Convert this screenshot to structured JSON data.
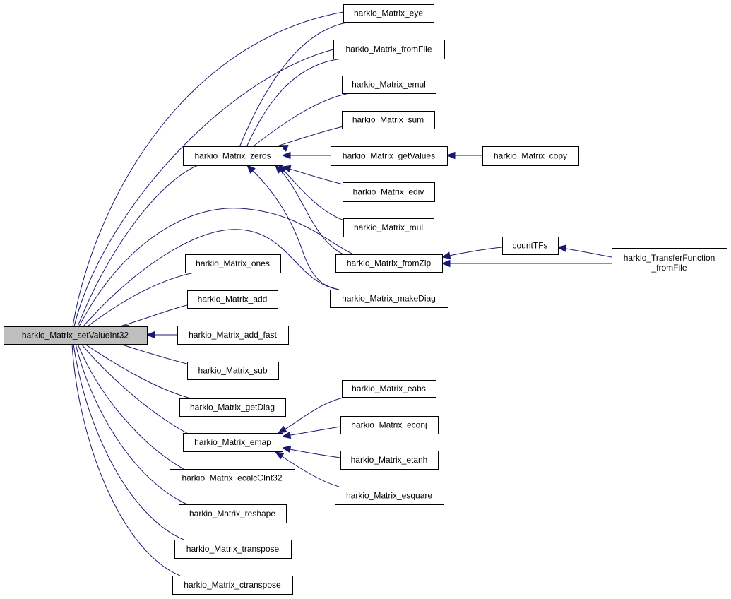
{
  "colors": {
    "edge": "#191970",
    "root_fill": "#bfbfbf",
    "node_fill": "#ffffff",
    "node_border": "#000000"
  },
  "nodes": [
    {
      "id": "setValueInt32",
      "lines": [
        "harkio_Matrix_setValueInt32"
      ],
      "root": true
    },
    {
      "id": "zeros",
      "lines": [
        "harkio_Matrix_zeros"
      ]
    },
    {
      "id": "eye",
      "lines": [
        "harkio_Matrix_eye"
      ]
    },
    {
      "id": "fromFile",
      "lines": [
        "harkio_Matrix_fromFile"
      ]
    },
    {
      "id": "emul",
      "lines": [
        "harkio_Matrix_emul"
      ]
    },
    {
      "id": "sum",
      "lines": [
        "harkio_Matrix_sum"
      ]
    },
    {
      "id": "getValues",
      "lines": [
        "harkio_Matrix_getValues"
      ]
    },
    {
      "id": "copy",
      "lines": [
        "harkio_Matrix_copy"
      ]
    },
    {
      "id": "ediv",
      "lines": [
        "harkio_Matrix_ediv"
      ]
    },
    {
      "id": "mul",
      "lines": [
        "harkio_Matrix_mul"
      ]
    },
    {
      "id": "fromZip",
      "lines": [
        "harkio_Matrix_fromZip"
      ]
    },
    {
      "id": "countTFs",
      "lines": [
        "countTFs"
      ]
    },
    {
      "id": "tfFromFile",
      "lines": [
        "harkio_TransferFunction",
        "_fromFile"
      ]
    },
    {
      "id": "makeDiag",
      "lines": [
        "harkio_Matrix_makeDiag"
      ]
    },
    {
      "id": "ones",
      "lines": [
        "harkio_Matrix_ones"
      ]
    },
    {
      "id": "add",
      "lines": [
        "harkio_Matrix_add"
      ]
    },
    {
      "id": "add_fast",
      "lines": [
        "harkio_Matrix_add_fast"
      ]
    },
    {
      "id": "sub",
      "lines": [
        "harkio_Matrix_sub"
      ]
    },
    {
      "id": "getDiag",
      "lines": [
        "harkio_Matrix_getDiag"
      ]
    },
    {
      "id": "emap",
      "lines": [
        "harkio_Matrix_emap"
      ]
    },
    {
      "id": "eabs",
      "lines": [
        "harkio_Matrix_eabs"
      ]
    },
    {
      "id": "econj",
      "lines": [
        "harkio_Matrix_econj"
      ]
    },
    {
      "id": "etanh",
      "lines": [
        "harkio_Matrix_etanh"
      ]
    },
    {
      "id": "esquare",
      "lines": [
        "harkio_Matrix_esquare"
      ]
    },
    {
      "id": "ecalcCInt32",
      "lines": [
        "harkio_Matrix_ecalcCInt32"
      ]
    },
    {
      "id": "reshape",
      "lines": [
        "harkio_Matrix_reshape"
      ]
    },
    {
      "id": "transpose",
      "lines": [
        "harkio_Matrix_transpose"
      ]
    },
    {
      "id": "ctranspose",
      "lines": [
        "harkio_Matrix_ctranspose"
      ]
    }
  ],
  "edges": [
    {
      "from": "eye",
      "to": "setValueInt32"
    },
    {
      "from": "fromFile",
      "to": "setValueInt32"
    },
    {
      "from": "zeros",
      "to": "setValueInt32"
    },
    {
      "from": "fromZip",
      "to": "setValueInt32"
    },
    {
      "from": "makeDiag",
      "to": "setValueInt32"
    },
    {
      "from": "ones",
      "to": "setValueInt32"
    },
    {
      "from": "add",
      "to": "setValueInt32"
    },
    {
      "from": "add_fast",
      "to": "setValueInt32"
    },
    {
      "from": "sub",
      "to": "setValueInt32"
    },
    {
      "from": "getDiag",
      "to": "setValueInt32"
    },
    {
      "from": "emap",
      "to": "setValueInt32"
    },
    {
      "from": "ecalcCInt32",
      "to": "setValueInt32"
    },
    {
      "from": "reshape",
      "to": "setValueInt32"
    },
    {
      "from": "transpose",
      "to": "setValueInt32"
    },
    {
      "from": "ctranspose",
      "to": "setValueInt32"
    },
    {
      "from": "eye",
      "to": "zeros"
    },
    {
      "from": "fromFile",
      "to": "zeros"
    },
    {
      "from": "emul",
      "to": "zeros"
    },
    {
      "from": "sum",
      "to": "zeros"
    },
    {
      "from": "getValues",
      "to": "zeros"
    },
    {
      "from": "ediv",
      "to": "zeros"
    },
    {
      "from": "mul",
      "to": "zeros"
    },
    {
      "from": "fromZip",
      "to": "zeros"
    },
    {
      "from": "makeDiag",
      "to": "zeros"
    },
    {
      "from": "copy",
      "to": "getValues"
    },
    {
      "from": "countTFs",
      "to": "fromZip"
    },
    {
      "from": "tfFromFile",
      "to": "fromZip"
    },
    {
      "from": "tfFromFile",
      "to": "countTFs"
    },
    {
      "from": "eabs",
      "to": "emap"
    },
    {
      "from": "econj",
      "to": "emap"
    },
    {
      "from": "etanh",
      "to": "emap"
    },
    {
      "from": "esquare",
      "to": "emap"
    }
  ]
}
